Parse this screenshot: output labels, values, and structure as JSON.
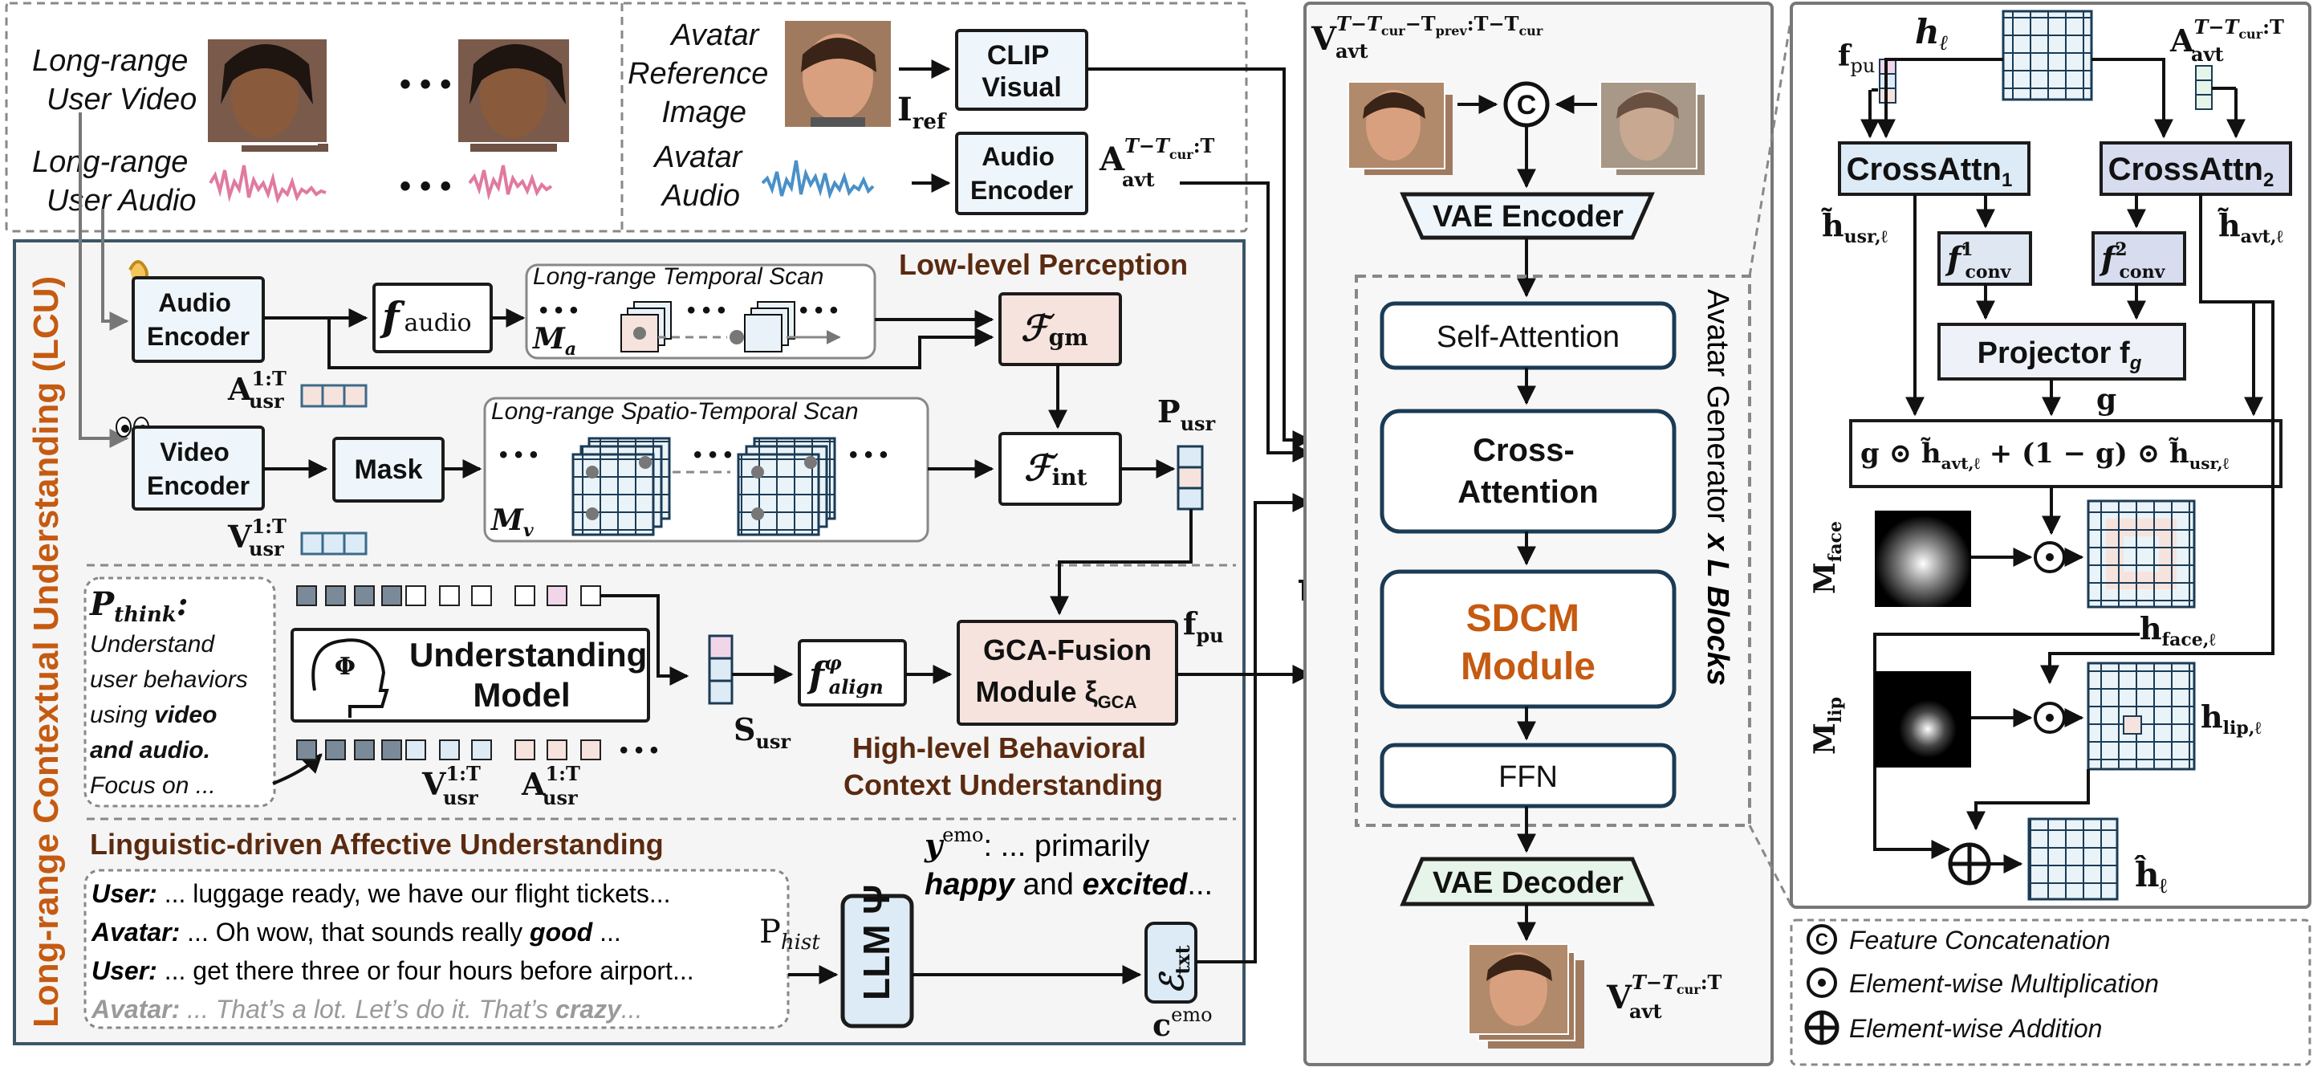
{
  "input": {
    "user_video_label": "Long-range\nUser Video",
    "user_audio_label": "Long-range\nUser Audio",
    "ellipsis": "• • •",
    "avatar_ref_label": "Avatar\nReference\nImage",
    "avatar_audio_label": "Avatar\nAudio",
    "i_ref": "I",
    "i_ref_sub": "ref",
    "clip_visual": "CLIP\nVisual",
    "audio_encoder": "Audio\nEncoder",
    "a_avt": "A",
    "a_avt_sup": "T−T",
    "a_avt_sup_sub": "cur",
    "a_avt_sup_tail": ":T",
    "a_avt_sub": "avt"
  },
  "lcu": {
    "title": "Long-range Contextual Understanding (LCU)",
    "low_level": "Low-level Perception",
    "audio_encoder": "Audio\nEncoder",
    "video_encoder": "Video\nEncoder",
    "f_audio": "f",
    "f_audio_sub": "audio",
    "mask": "Mask",
    "temporal_scan": "Long-range Temporal Scan",
    "spatio_temporal_scan": "Long-range Spatio-Temporal Scan",
    "m_a": "M",
    "m_a_sub": "a",
    "m_v": "M",
    "m_v_sub": "v",
    "f_gm": "ℱ",
    "f_gm_sub": "gm",
    "f_int": "ℱ",
    "f_int_sub": "int",
    "a_usr": "A",
    "a_usr_sup": "1:T",
    "a_usr_sub": "usr",
    "v_usr": "V",
    "v_usr_sup": "1:T",
    "v_usr_sub": "usr",
    "p_usr": "P",
    "p_usr_sub": "usr",
    "p_think": "P",
    "p_think_sub": "think",
    "p_think_colon": ":",
    "p_think_lines": [
      "Understand",
      "user behaviors",
      "using ",
      "and audio.",
      "Focus on ..."
    ],
    "p_think_bold1": "video",
    "phi": "Φ",
    "understanding_model": "Understanding\nModel",
    "s_usr": "S",
    "s_usr_sub": "usr",
    "f_align": "f",
    "f_align_sup": "φ",
    "f_align_sub": "align",
    "gca_fusion": "GCA-Fusion",
    "gca_module": "Module ξ",
    "gca_sub": "GCA",
    "f_pu": "f",
    "f_pu_sub": "pu",
    "high_level": "High-level Behavioral\nContext Understanding",
    "linguistic": "Linguistic-driven Affective Understanding",
    "dialog": [
      {
        "speaker": "User:",
        "text": " ... luggage ready, we have our flight tickets...",
        "bold": ""
      },
      {
        "speaker": "Avatar:",
        "text": " ... Oh wow, that sounds really ",
        "bold": "good",
        "tail": " ..."
      },
      {
        "speaker": "User:",
        "text": " ... get there three or four hours before airport...",
        "bold": ""
      },
      {
        "speaker": "Avatar:",
        "text": " ... That’s a lot. Let’s do it. That’s ",
        "bold": "crazy",
        "tail": "..."
      }
    ],
    "p_hist": "P",
    "p_hist_sub": "hist",
    "llm": "LLM Ψ",
    "e_txt": "ℰ",
    "e_txt_sub": "txt",
    "c_emo": "c",
    "c_emo_sup": "emo",
    "y_emo": "y",
    "y_emo_sup": "emo",
    "y_emo_text1": ": ... primarily",
    "y_emo_bold1": "happy",
    "y_emo_and": " and ",
    "y_emo_bold2": "excited",
    "y_emo_tail": "..."
  },
  "generator": {
    "v_prev": "V",
    "v_prev_sup": "T−T",
    "v_prev_sup2": "cur",
    "v_prev_sup3": "−T",
    "v_prev_sup4": "prev",
    "v_prev_sup5": ":T−T",
    "v_prev_sup6": "cur",
    "v_prev_sub": "avt",
    "concat_symbol": "C",
    "vae_encoder": "VAE Encoder",
    "self_attention": "Self-Attention",
    "cross_attention": "Cross-\nAttention",
    "sdcm": "SDCM\nModule",
    "ffn": "FFN",
    "vae_decoder": "VAE Decoder",
    "side_label": "Avatar Generator",
    "side_label_bold": "x L Blocks",
    "v_out": "V",
    "v_out_sup": "T−T",
    "v_out_sup2": "cur",
    "v_out_sup3": ":T",
    "v_out_sub": "avt"
  },
  "sdcm": {
    "h_l": "h",
    "h_l_sub": "ℓ",
    "f_pu": "f",
    "f_pu_sub": "pu",
    "a_avt": "A",
    "a_avt_sup": "T−T",
    "a_avt_sup2": "cur",
    "a_avt_sup3": ":T",
    "a_avt_sub": "avt",
    "cross1": "CrossAttn",
    "cross1_sub": "1",
    "cross2": "CrossAttn",
    "cross2_sub": "2",
    "h_usr": "h̃",
    "h_usr_sub": "usr,ℓ",
    "h_avt": "h̃",
    "h_avt_sub": "avt,ℓ",
    "fconv1": "f",
    "fconv1_sup": "1",
    "fconv1_sub": "conv",
    "fconv2": "f",
    "fconv2_sup": "2",
    "fconv2_sub": "conv",
    "projector": "Projector f",
    "projector_sub": "g",
    "g": "g",
    "gate_formula": "g ⊙ h̃",
    "gate_formula_sub1": "avt,ℓ",
    "gate_formula_mid": " + (1 − g) ⊙ h̃",
    "gate_formula_sub2": "usr,ℓ",
    "m_face": "M",
    "m_face_sub": "face",
    "m_lip": "M",
    "m_lip_sub": "lip",
    "h_face": "h",
    "h_face_sub": "face,ℓ",
    "h_lip": "h",
    "h_lip_sub": "lip,ℓ",
    "h_hat": "ĥ",
    "h_hat_sub": "ℓ"
  },
  "legend": {
    "items": [
      {
        "symbol": "C",
        "label": "Feature Concatenation"
      },
      {
        "symbol": "•",
        "label": "Element-wise Multiplication"
      },
      {
        "symbol": "+",
        "label": "Element-wise Addition"
      }
    ]
  },
  "colors": {
    "orange": "#c55a11",
    "brown": "#5a2a10",
    "pink": "#f7e3dd",
    "light_blue": "#dcebf5",
    "lavender": "#d7dcef"
  }
}
